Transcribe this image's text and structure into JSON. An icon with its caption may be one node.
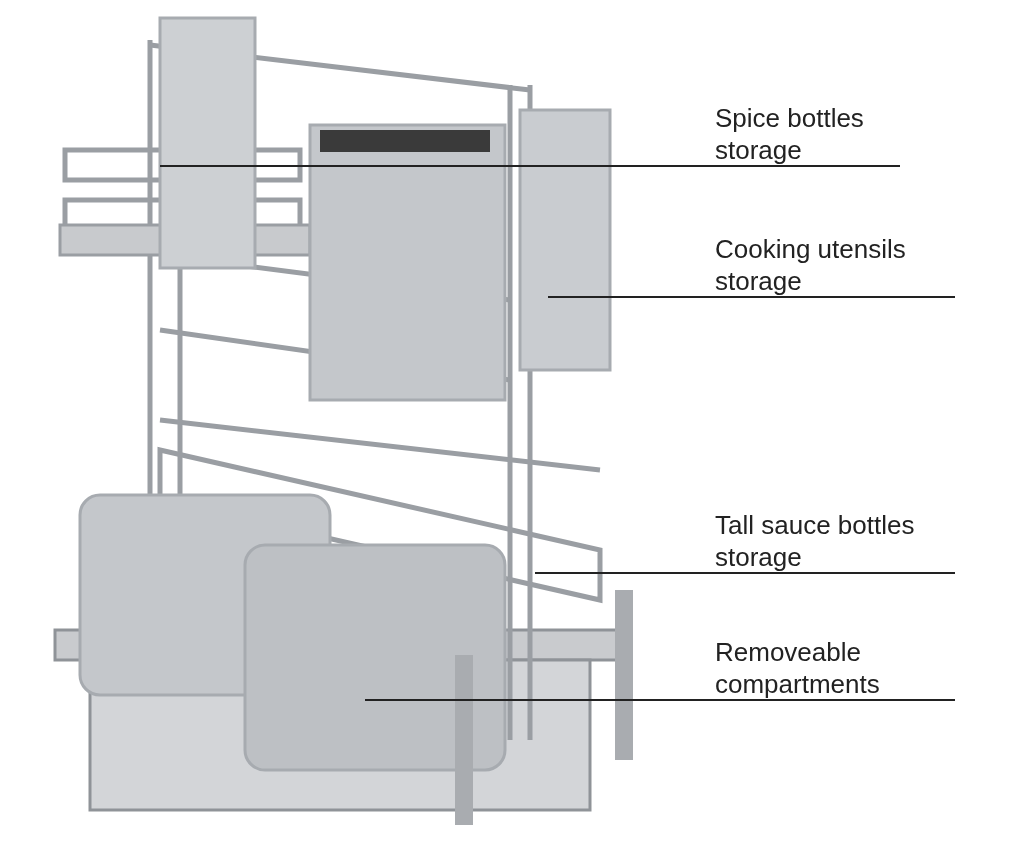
{
  "diagram": {
    "nodes": [
      {
        "text": [
          "Spice bottles storage"
        ]
      },
      {
        "text": [
          "Cooking utensils storage"
        ]
      },
      {
        "text": [
          "Tall sauce bottles storage"
        ]
      },
      {
        "text": [
          "Removeable compartments"
        ]
      }
    ],
    "edges": [
      {
        "from": 0,
        "to": null,
        "arrow": "none"
      },
      {
        "from": 1,
        "to": null,
        "arrow": "none"
      },
      {
        "from": 2,
        "to": null,
        "arrow": "none"
      },
      {
        "from": 3,
        "to": null,
        "arrow": "none"
      }
    ]
  }
}
